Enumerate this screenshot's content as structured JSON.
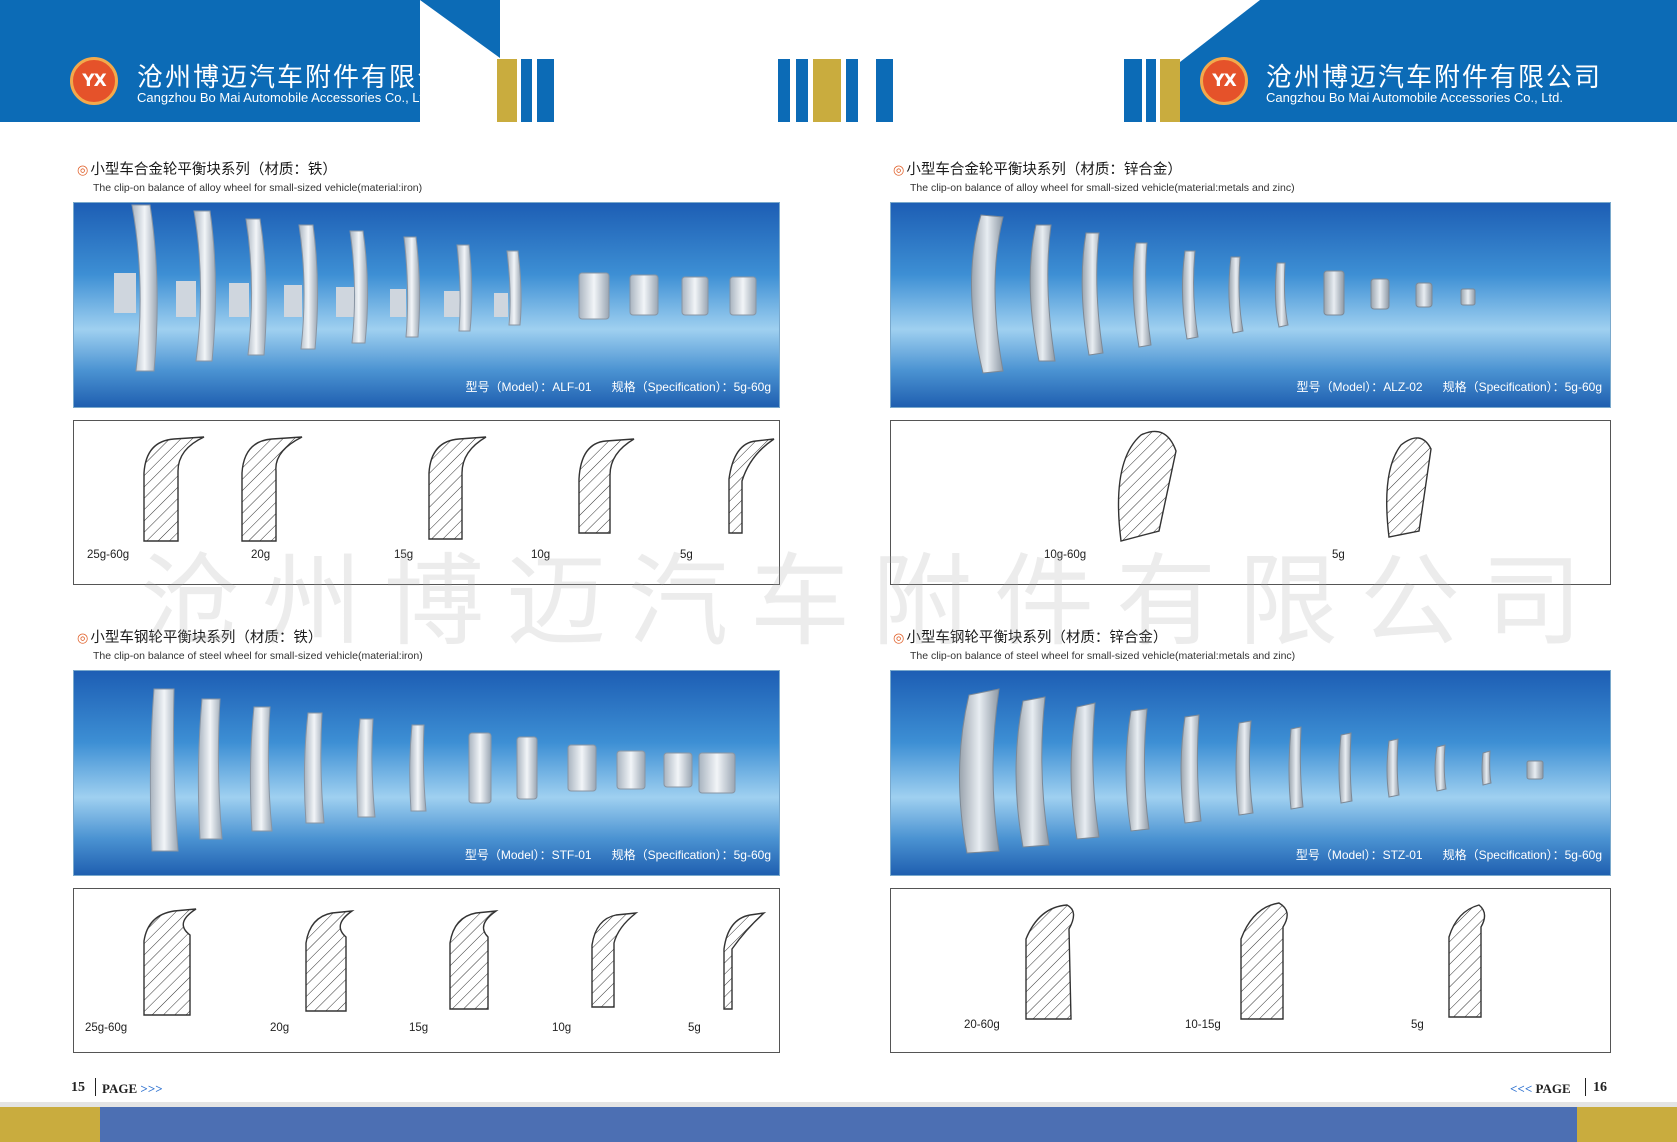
{
  "company": {
    "logo_text": "YX",
    "name_cn": "沧州博迈汽车附件有限公司",
    "name_en": "Cangzhou Bo Mai Automobile Accessories Co., Ltd."
  },
  "sections": [
    {
      "title_cn": "小型车合金轮平衡块系列（材质：铁）",
      "title_en": "The clip-on balance of alloy wheel for small-sized vehicle(material:iron)",
      "model_label": "型号（Model）：ALF-01",
      "spec_label": "规格（Specification）：5g-60g",
      "weights": [
        "25g-60g",
        "20g",
        "15g",
        "10g",
        "5g"
      ]
    },
    {
      "title_cn": "小型车合金轮平衡块系列（材质：锌合金）",
      "title_en": "The clip-on balance of alloy wheel for small-sized vehicle(material:metals and zinc)",
      "model_label": "型号（Model）：ALZ-02",
      "spec_label": "规格（Specification）：5g-60g",
      "weights": [
        "10g-60g",
        "5g"
      ]
    },
    {
      "title_cn": "小型车钢轮平衡块系列（材质：铁）",
      "title_en": "The clip-on balance of steel wheel for small-sized vehicle(material:iron)",
      "model_label": "型号（Model）：STF-01",
      "spec_label": "规格（Specification）：5g-60g",
      "weights": [
        "25g-60g",
        "20g",
        "15g",
        "10g",
        "5g"
      ]
    },
    {
      "title_cn": "小型车钢轮平衡块系列（材质：锌合金）",
      "title_en": "The clip-on balance of steel wheel for small-sized vehicle(material:metals and zinc)",
      "model_label": "型号（Model）：STZ-01",
      "spec_label": "规格（Specification）：5g-60g",
      "weights": [
        "20-60g",
        "10-15g",
        "5g"
      ]
    }
  ],
  "watermark": "沧州博迈汽车附件有限公司",
  "footer": {
    "left_page_number": "15",
    "left_page_label": "PAGE",
    "left_arrows": ">>>",
    "right_arrows": "<<<",
    "right_page_label": "PAGE",
    "right_page_number": "16"
  },
  "colors": {
    "brand_blue": "#0c6bb6",
    "gold": "#c9ac3e",
    "footer_blue": "#4c6fb3",
    "logo_red": "#e5522a"
  }
}
